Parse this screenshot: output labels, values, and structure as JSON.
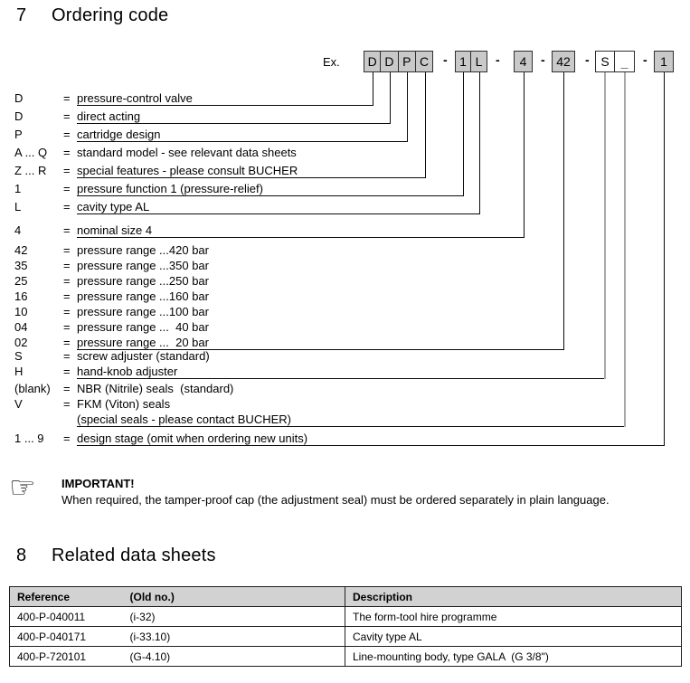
{
  "colors": {
    "box_fill": "#c9c9c9",
    "box_white": "#ffffff",
    "header_fill": "#d2d2d2",
    "gray_line": "#a9a9a9"
  },
  "ordering": {
    "section_number": "7",
    "section_title": "Ordering code",
    "example_label": "Ex.",
    "separator": "-",
    "groups": [
      {
        "cells": [
          {
            "label": "D",
            "filled": true
          },
          {
            "label": "D",
            "filled": true
          },
          {
            "label": "P",
            "filled": true
          },
          {
            "label": "C",
            "filled": true
          }
        ]
      },
      {
        "cells": [
          {
            "label": "1",
            "filled": true
          },
          {
            "label": "L",
            "filled": true
          }
        ]
      },
      {
        "cells": [
          {
            "label": "4",
            "filled": true
          }
        ]
      },
      {
        "cells": [
          {
            "label": "42",
            "filled": true
          }
        ]
      },
      {
        "cells": [
          {
            "label": "S",
            "filled": false
          },
          {
            "label": "_",
            "filled": false
          }
        ]
      },
      {
        "cells": [
          {
            "label": "1",
            "filled": true
          }
        ]
      }
    ],
    "rows": [
      {
        "term": "D",
        "eq": "=",
        "desc": "pressure-control valve",
        "link": [
          0,
          0
        ]
      },
      {
        "term": "D",
        "eq": "=",
        "desc": "direct acting",
        "link": [
          0,
          1
        ]
      },
      {
        "term": "P",
        "eq": "=",
        "desc": "cartridge design",
        "link": [
          0,
          2
        ]
      },
      {
        "term": "A ... Q",
        "eq": "=",
        "desc": "standard model - see relevant data sheets",
        "link": null
      },
      {
        "term": "Z ... R",
        "eq": "=",
        "desc": "special features - please consult BUCHER",
        "link": [
          0,
          3
        ]
      },
      {
        "term": "1",
        "eq": "=",
        "desc": "pressure function 1 (pressure-relief)",
        "link": [
          1,
          0
        ]
      },
      {
        "term": "L",
        "eq": "=",
        "desc": "cavity type AL",
        "link": [
          1,
          1
        ]
      },
      {
        "term": "4",
        "eq": "=",
        "desc": "nominal size 4",
        "link": [
          2,
          0
        ]
      },
      {
        "term": "42",
        "eq": "=",
        "desc": "pressure range ...420 bar",
        "link": null
      },
      {
        "term": "35",
        "eq": "=",
        "desc": "pressure range ...350 bar",
        "link": null
      },
      {
        "term": "25",
        "eq": "=",
        "desc": "pressure range ...250 bar",
        "link": null
      },
      {
        "term": "16",
        "eq": "=",
        "desc": "pressure range ...160 bar",
        "link": null
      },
      {
        "term": "10",
        "eq": "=",
        "desc": "pressure range ...100 bar",
        "link": null
      },
      {
        "term": "04",
        "eq": "=",
        "desc": "pressure range ...  40 bar",
        "link": null
      },
      {
        "term": "02",
        "eq": "=",
        "desc": "pressure range ...  20 bar",
        "link": [
          3,
          0
        ]
      },
      {
        "term": "S",
        "eq": "=",
        "desc": "screw adjuster (standard)",
        "link": null
      },
      {
        "term": "H",
        "eq": "=",
        "desc": "hand-knob adjuster",
        "link": [
          4,
          0
        ]
      },
      {
        "term": "(blank)",
        "eq": "=",
        "desc": "NBR (Nitrile) seals  (standard)",
        "link": null
      },
      {
        "term": "V",
        "eq": "=",
        "desc": "FKM (Viton) seals",
        "link": null
      },
      {
        "term": "",
        "eq": "",
        "desc": "(special seals - please contact BUCHER)",
        "link": [
          4,
          1
        ]
      },
      {
        "term": "1 ... 9",
        "eq": "=",
        "desc": "design stage (omit when ordering new units)",
        "link": [
          5,
          0
        ]
      }
    ]
  },
  "important": {
    "icon": "pointing-hand-icon",
    "title": "IMPORTANT!",
    "text": "When required, the tamper-proof cap (the adjustment seal) must be ordered separately in plain language."
  },
  "related": {
    "section_number": "8",
    "section_title": "Related data sheets",
    "table": {
      "headers": [
        "Reference",
        "(Old no.)",
        "Description"
      ],
      "rows": [
        [
          "400-P-040011",
          "(i-32)",
          "The form-tool hire programme"
        ],
        [
          "400-P-040171",
          "(i-33.10)",
          "Cavity type AL"
        ],
        [
          "400-P-720101",
          "(G-4.10)",
          "Line-mounting body, type GALA  (G 3/8\")"
        ]
      ]
    }
  }
}
